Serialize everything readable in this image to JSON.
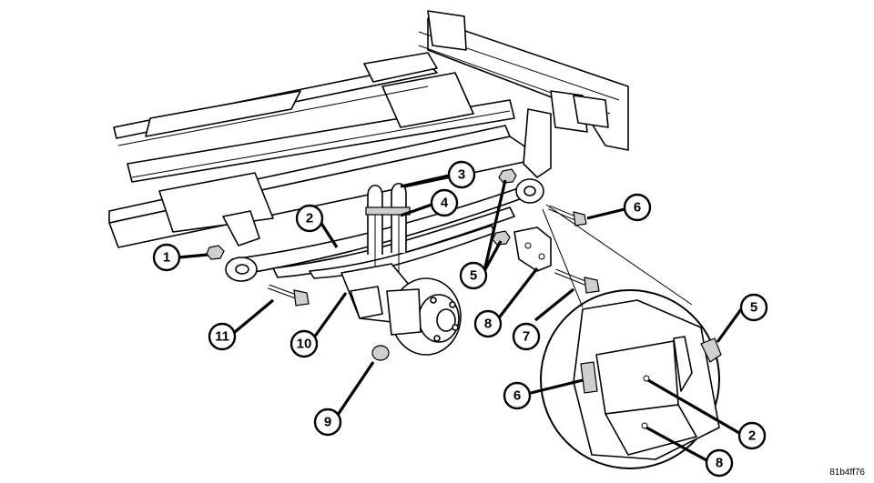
{
  "callouts": [
    {
      "id": "c1",
      "label": "1"
    },
    {
      "id": "c2",
      "label": "2"
    },
    {
      "id": "c3",
      "label": "3"
    },
    {
      "id": "c4",
      "label": "4"
    },
    {
      "id": "c5a",
      "label": "5"
    },
    {
      "id": "c6a",
      "label": "6"
    },
    {
      "id": "c7",
      "label": "7"
    },
    {
      "id": "c8a",
      "label": "8"
    },
    {
      "id": "c9",
      "label": "9"
    },
    {
      "id": "c10",
      "label": "10"
    },
    {
      "id": "c11",
      "label": "11"
    },
    {
      "id": "c5b",
      "label": "5"
    },
    {
      "id": "c6b",
      "label": "6"
    },
    {
      "id": "c2b",
      "label": "2"
    },
    {
      "id": "c8b",
      "label": "8"
    }
  ],
  "image_code": "81b4ff76"
}
